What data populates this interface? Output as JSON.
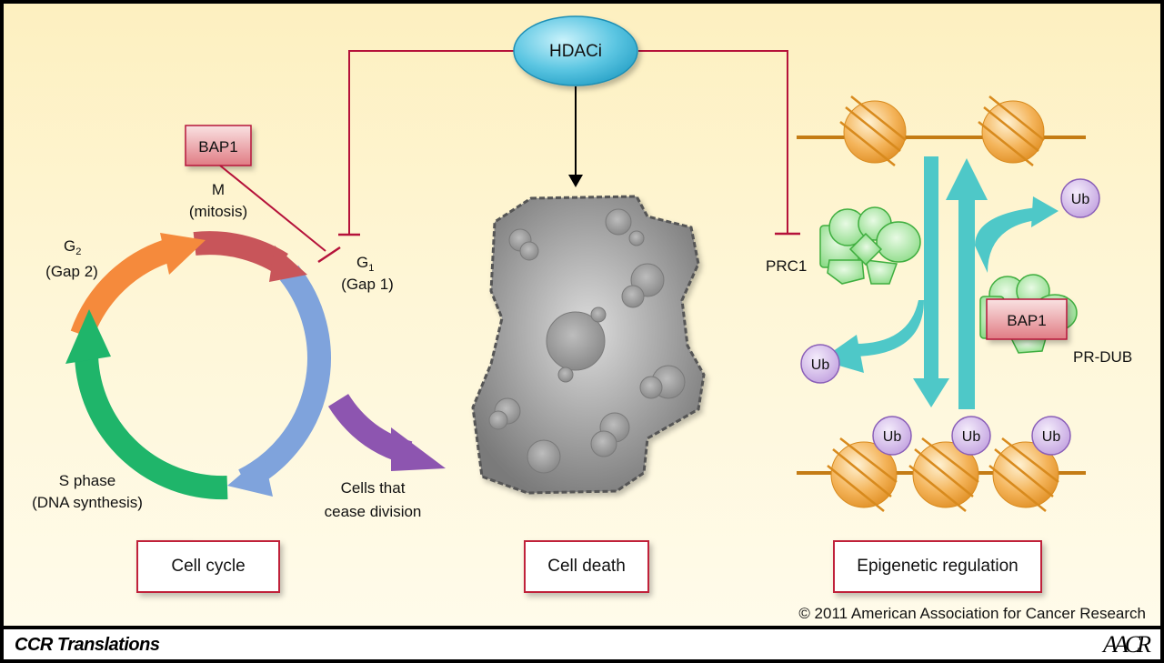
{
  "diagram": {
    "hub": {
      "label": "HDACi"
    },
    "cell_cycle": {
      "inhibitor": "BAP1",
      "phases": [
        {
          "name": "M",
          "desc": "(mitosis)",
          "color": "#c8555a"
        },
        {
          "name": "G1",
          "base": "G",
          "sub": "1",
          "desc": "(Gap 1)",
          "color": "#7fa3dc"
        },
        {
          "name": "S phase",
          "desc": "(DNA synthesis)",
          "color": "#1fb56a"
        },
        {
          "name": "G2",
          "base": "G",
          "sub": "2",
          "desc": "(Gap 2)",
          "color": "#f58a3c"
        }
      ],
      "exit_label_line1": "Cells that",
      "exit_label_line2": "cease division",
      "exit_color": "#8d55b0"
    },
    "epigenetic": {
      "complex_left": "PRC1",
      "complex_right": "PR-DUB",
      "complex_right_member": "BAP1",
      "ubiquitin": "Ub",
      "arrow_color": "#4ec8c8",
      "nucleosome_color": "#f0a640"
    },
    "categories": [
      {
        "label": "Cell cycle"
      },
      {
        "label": "Cell death"
      },
      {
        "label": "Epigenetic regulation"
      }
    ],
    "colors": {
      "inhibit_line": "#b5123a",
      "box_border": "#c0213a",
      "hub_fill": "#4fc3e0"
    }
  },
  "copyright": "© 2011 American Association for Cancer Research",
  "footer": {
    "title": "CCR Translations",
    "logo": "AACR"
  }
}
